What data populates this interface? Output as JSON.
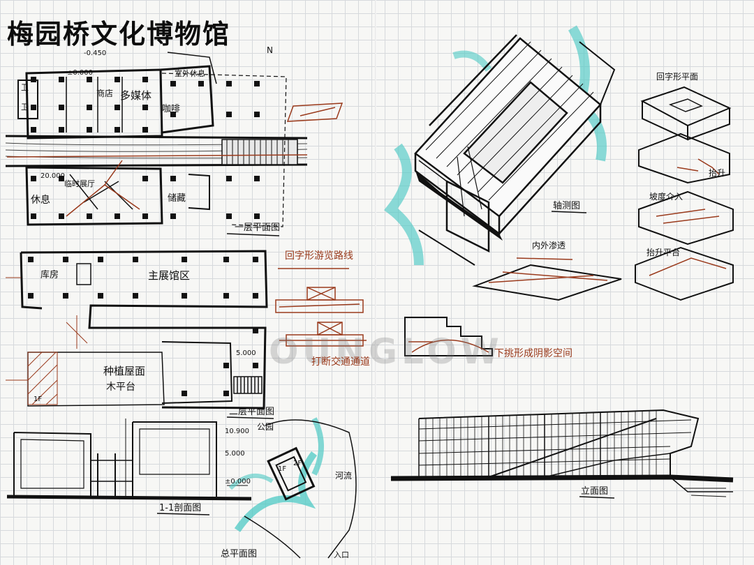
{
  "title": "梅园桥文化博物馆",
  "ground_plan": {
    "title": "一层平面图",
    "rooms": [
      "多媒体",
      "咖啡",
      "商店",
      "卫",
      "卫",
      "储藏",
      "休息",
      "室外休息",
      "临时展厅"
    ],
    "levels": [
      "-0.450",
      "±0.000",
      "20.000"
    ],
    "north": "N"
  },
  "second_plan": {
    "title": "二层平面图",
    "rooms": [
      "主展馆区",
      "库房",
      "种植屋面",
      "木平台"
    ],
    "level": "5.000",
    "marks": [
      "1F"
    ]
  },
  "section": {
    "title": "1-1剖面图",
    "levels": [
      "10.900",
      "5.000",
      "±0.000"
    ]
  },
  "site_plan": {
    "title": "总平面图",
    "labels": [
      "公园",
      "河流",
      "入口",
      "1F",
      "2F"
    ]
  },
  "axonometric": {
    "title": "轴测图"
  },
  "elevation": {
    "title": "立面图"
  },
  "concept": {
    "items": [
      "回字形平面",
      "抬升",
      "坡度介入",
      "抬升平台",
      "内外渗透",
      "回字形游览路线",
      "打断交通通道",
      "下挑形成阴影空间"
    ]
  },
  "watermark": "OUNGLOW",
  "colors": {
    "ink": "#111111",
    "red_annotation": "#9a3a1c",
    "teal_marker": "#4ec9c4",
    "grid": "#d6d9dc"
  }
}
